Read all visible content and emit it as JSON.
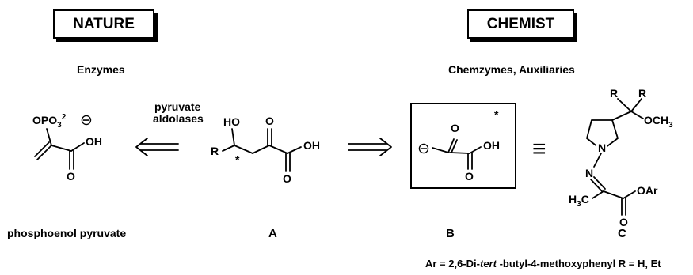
{
  "header_left": {
    "label": "NATURE",
    "subtitle": "Enzymes"
  },
  "header_right": {
    "label": "CHEMIST",
    "subtitle": "Chemzymes, Auxiliaries"
  },
  "arrow_label_line1": "pyruvate",
  "arrow_label_line2": "aldolases",
  "pep": {
    "group_text": "OPO",
    "group_sub": "3",
    "group_sup": "2",
    "charge": "⊖",
    "oh": "OH",
    "o": "O",
    "name": "phosphoenol pyruvate"
  },
  "compound_a": {
    "ho": "HO",
    "r": "R",
    "star": "*",
    "o_keto": "O",
    "oh": "OH",
    "o_acid": "O",
    "label": "A"
  },
  "compound_b": {
    "star": "*",
    "charge": "⊖",
    "o_keto": "O",
    "oh": "OH",
    "o_acid": "O",
    "label": "B"
  },
  "equiv_symbol": "≡",
  "compound_c": {
    "r1": "R",
    "r2": "R",
    "och3": "OCH",
    "och3_sub": "3",
    "n1": "N",
    "n2": "N",
    "h3c": "H",
    "h3c_sub": "3",
    "h3c_c": "C",
    "oar": "OAr",
    "o": "O",
    "label": "C"
  },
  "footnote_pre": "Ar = 2,6-Di-",
  "footnote_tert": "tert",
  "footnote_post": " -butyl-4-methoxyphenyl  R = H, Et"
}
